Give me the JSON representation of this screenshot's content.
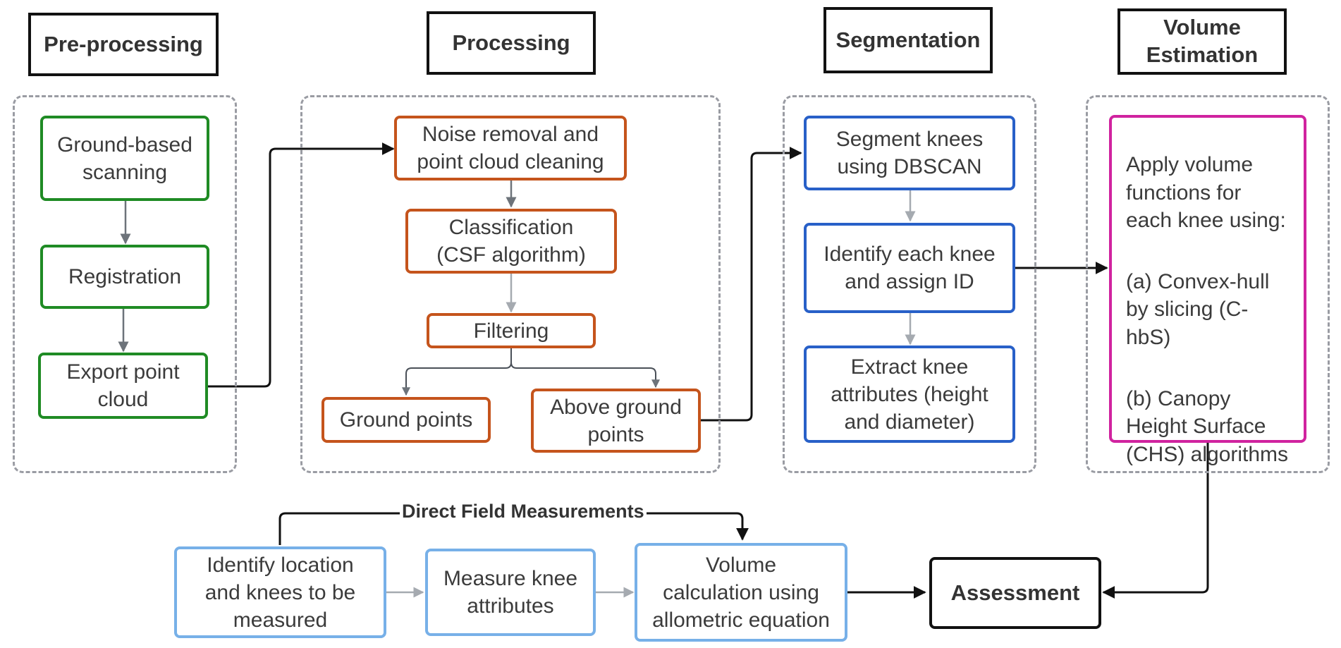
{
  "headers": {
    "preprocessing": "Pre-processing",
    "processing": "Processing",
    "segmentation": "Segmentation",
    "volume_estimation": "Volume\nEstimation"
  },
  "preprocessing": {
    "ground_scanning": "Ground-based\nscanning",
    "registration": "Registration",
    "export": "Export point\ncloud"
  },
  "processing": {
    "noise_removal": "Noise removal and\npoint cloud cleaning",
    "classification": "Classification\n(CSF algorithm)",
    "filtering": "Filtering",
    "ground_points": "Ground points",
    "above_ground": "Above ground\npoints"
  },
  "segmentation": {
    "segment": "Segment knees\nusing DBSCAN",
    "identify": "Identify each knee\nand assign ID",
    "extract": "Extract knee\nattributes (height\nand diameter)"
  },
  "volume_estimation": {
    "intro": "Apply volume functions for each knee using:",
    "option_a": "(a) Convex-hull by slicing (C-hbS)",
    "option_b": "(b) Canopy Height Surface (CHS) algorithms"
  },
  "field": {
    "label": "Direct Field Measurements",
    "identify_location": "Identify location\nand knees to be\nmeasured",
    "measure": "Measure knee\nattributes",
    "volume_calc": "Volume\ncalculation using\nallometric equation"
  },
  "assessment": "Assessment",
  "colors": {
    "preprocessing_border": "#1f8b24",
    "processing_border": "#c5541c",
    "segmentation_border": "#2860c8",
    "field_border": "#77b0e8",
    "volume_border": "#d0239f",
    "group_dashed": "#9a9ca3",
    "arrow_dark": "#111111",
    "arrow_gray": "#8a8f96"
  }
}
